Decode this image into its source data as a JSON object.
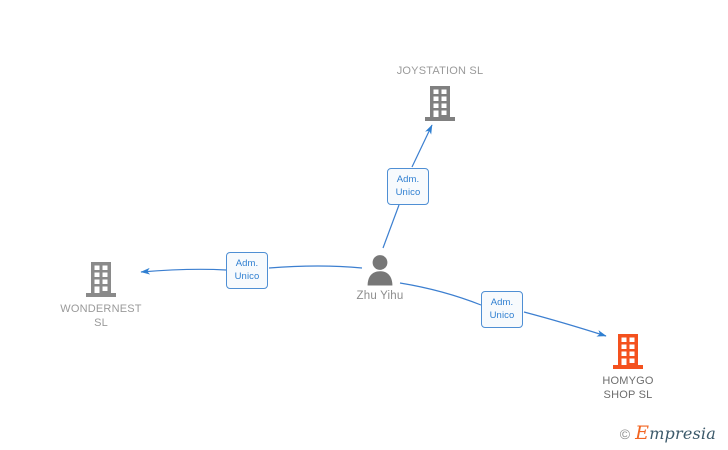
{
  "diagram": {
    "type": "relationship-graph",
    "center_person": {
      "name": "Zhu Yihu",
      "icon": "person-icon",
      "color": "#777777"
    },
    "companies": [
      {
        "id": "joystation",
        "label": "JOYSTATION  SL",
        "icon": "building-icon",
        "color": "#808080",
        "relation": {
          "line1": "Adm.",
          "line2": "Unico"
        },
        "direction": "person-to-company"
      },
      {
        "id": "wondernest",
        "label": "WONDERNEST\nSL",
        "icon": "building-icon",
        "color": "#8a8a8a",
        "relation": {
          "line1": "Adm.",
          "line2": "Unico"
        },
        "direction": "person-to-company"
      },
      {
        "id": "homygo",
        "label": "HOMYGO\nSHOP  SL",
        "icon": "building-icon",
        "color": "#f4511e",
        "relation": {
          "line1": "Adm.",
          "line2": "Unico"
        },
        "direction": "person-to-company"
      }
    ],
    "edge_color": "#3c7fd0"
  },
  "watermark": {
    "copyright": "©",
    "brand_initial": "E",
    "brand_rest": "mpresia",
    "accent": "#f26522",
    "text_color": "#3c5a6b"
  }
}
